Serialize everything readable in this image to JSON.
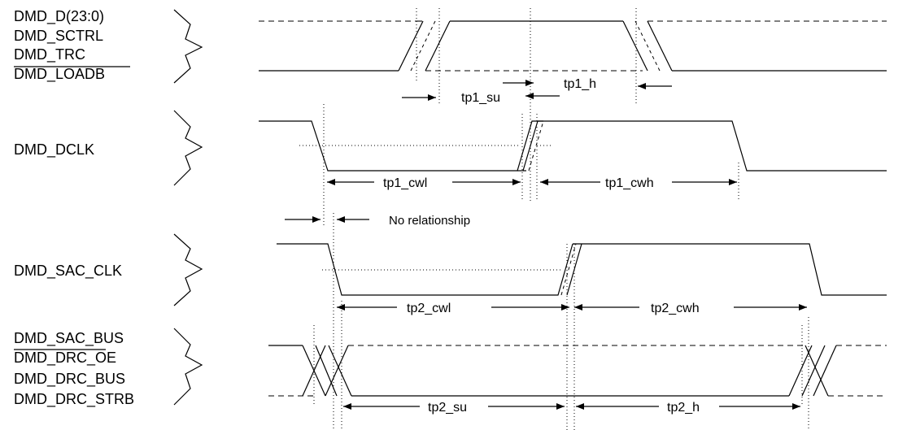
{
  "signals": {
    "group1": [
      "DMD_D(23:0)",
      "DMD_SCTRL",
      "DMD_TRC",
      "DMD_LOADB"
    ],
    "dclk": "DMD_DCLK",
    "sac_clk": "DMD_SAC_CLK",
    "group2": [
      "DMD_SAC_BUS",
      "DMD_DRC_OE",
      "DMD_DRC_BUS",
      "DMD_DRC_STRB"
    ]
  },
  "timing_labels": {
    "tp1_su": "tp1_su",
    "tp1_h": "tp1_h",
    "tp1_cwl": "tp1_cwl",
    "tp1_cwh": "tp1_cwh",
    "tp2_cwl": "tp2_cwl",
    "tp2_cwh": "tp2_cwh",
    "tp2_su": "tp2_su",
    "tp2_h": "tp2_h"
  },
  "note": "No relationship"
}
